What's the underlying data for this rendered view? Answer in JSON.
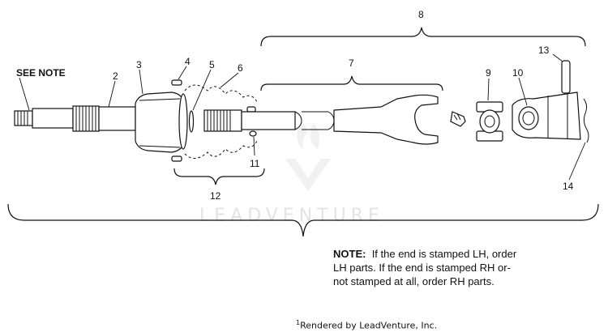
{
  "watermark": "LEADVENTURE",
  "see_note_label": "SEE NOTE",
  "callouts": {
    "c2": "2",
    "c3": "3",
    "c4": "4",
    "c5": "5",
    "c6": "6",
    "c7": "7",
    "c8": "8",
    "c9": "9",
    "c10": "10",
    "c11": "11",
    "c12": "12",
    "c13": "13",
    "c14": "14"
  },
  "note": {
    "heading": "NOTE:",
    "line1": "If the end is stamped LH, order",
    "line2": "LH parts.  If the end is stamped RH or-",
    "line3": "not stamped at all, order RH parts."
  },
  "footer": {
    "mark": "1",
    "text": "Rendered by LeadVenture, Inc."
  }
}
